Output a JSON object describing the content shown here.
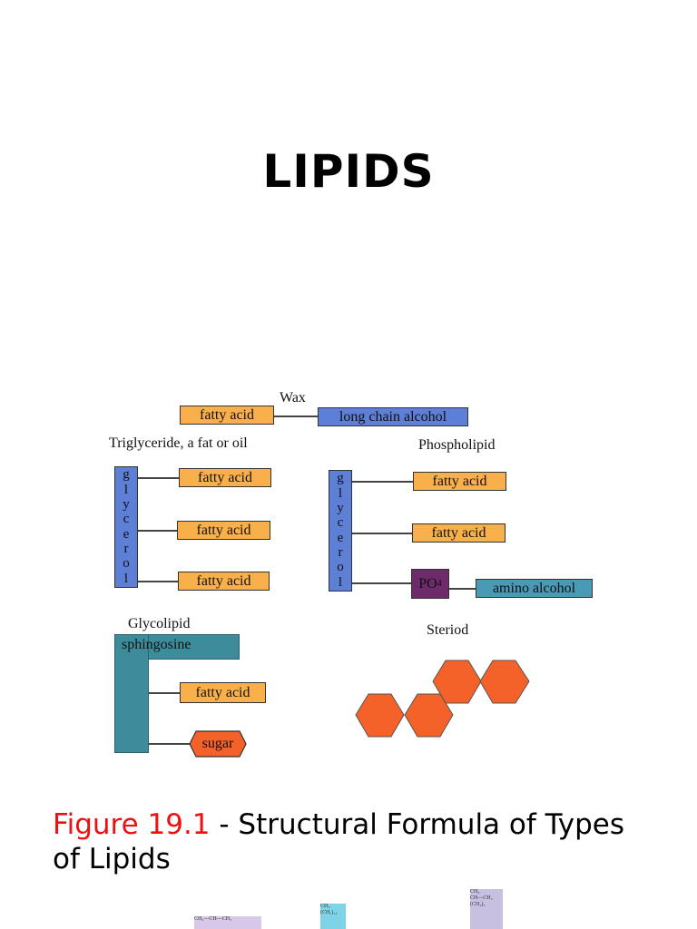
{
  "title": "LIPIDS",
  "diagram": {
    "wax": {
      "heading": "Wax",
      "fatty_acid": "fatty acid",
      "alcohol": "long chain alcohol"
    },
    "triglyceride": {
      "heading": "Triglyceride, a fat or oil",
      "backbone_letters": [
        "g",
        "l",
        "y",
        "c",
        "e",
        "r",
        "o",
        "l"
      ],
      "chains": [
        "fatty acid",
        "fatty acid",
        "fatty acid"
      ]
    },
    "phospholipid": {
      "heading": "Phospholipid",
      "backbone_letters": [
        "g",
        "l",
        "y",
        "c",
        "e",
        "r",
        "o",
        "l"
      ],
      "chains": [
        "fatty acid",
        "fatty acid"
      ],
      "phosphate": "PO",
      "phosphate_sub": "4",
      "amino": "amino alcohol"
    },
    "glycolipid": {
      "heading": "Glycolipid",
      "backbone": "sphingosine",
      "chain": "fatty acid",
      "sugar": "sugar"
    },
    "steroid": {
      "heading": "Steriod"
    },
    "colors": {
      "fatty_acid": "#f9b04a",
      "glycerol": "#5d7fd6",
      "phosphate": "#6e2b6b",
      "amino_alcohol": "#4a9ab5",
      "sphingosine": "#3c8c9c",
      "sugar_and_steroid": "#f4622a"
    }
  },
  "caption": {
    "figure": "Figure 19.1",
    "text": " - Structural Formula of Types of Lipids"
  },
  "footer_snippets": {
    "left": "CH₂—CH—CH₂",
    "middle_1": "CH₃",
    "middle_2": "(CH₂)₁₂",
    "right_1": "CH₃",
    "right_2": "CH—CH₃",
    "right_3": "(CH₂)₃"
  }
}
